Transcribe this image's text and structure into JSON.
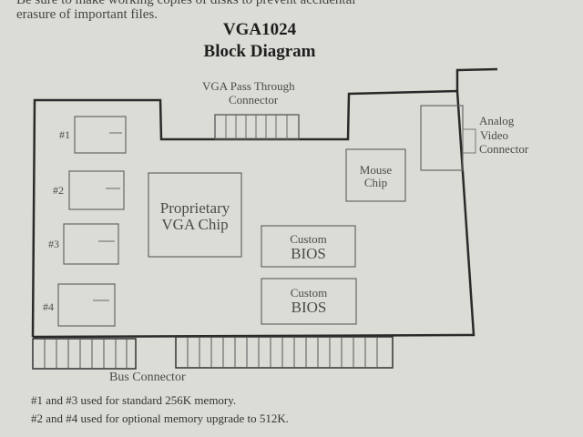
{
  "header": {
    "top_text": "Be sure to make working copies of disks to prevent accidental erasure of important files.",
    "title_line1": "VGA1024",
    "title_line2": "Block Diagram"
  },
  "labels": {
    "pass_through": "VGA Pass Through",
    "pass_through_2": "Connector",
    "analog_1": "Analog",
    "analog_2": "Video",
    "analog_3": "Connector",
    "mouse_1": "Mouse",
    "mouse_2": "Chip",
    "vga_chip_1": "Proprietary",
    "vga_chip_2": "VGA Chip",
    "bios1_small": "Custom",
    "bios1_big": "BIOS",
    "bios2_small": "Custom",
    "bios2_big": "BIOS",
    "mem1": "#1",
    "mem2": "#2",
    "mem3": "#3",
    "mem4": "#4",
    "bus": "Bus Connector"
  },
  "footnotes": {
    "line1": "#1 and #3 used for standard 256K memory.",
    "line2": "#2 and #4 used for optional memory upgrade to 512K."
  }
}
